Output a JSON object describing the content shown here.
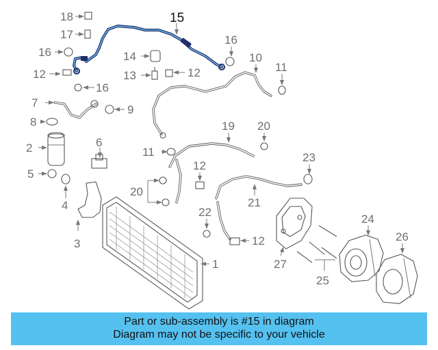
{
  "labels": {
    "n1": "1",
    "n2": "2",
    "n3": "3",
    "n4": "4",
    "n5": "5",
    "n6": "6",
    "n7": "7",
    "n8": "8",
    "n9": "9",
    "n10": "10",
    "n11a": "11",
    "n11b": "11",
    "n12a": "12",
    "n12b": "12",
    "n12c": "12",
    "n12d": "12",
    "n13": "13",
    "n14": "14",
    "n15": "15",
    "n16a": "16",
    "n16b": "16",
    "n16c": "16",
    "n17": "17",
    "n18": "18",
    "n19": "19",
    "n20a": "20",
    "n20b": "20",
    "n21": "21",
    "n22": "22",
    "n23": "23",
    "n24": "24",
    "n25": "25",
    "n26": "26",
    "n27": "27"
  },
  "banner": {
    "line1": "Part or sub-assembly is #15 in diagram",
    "line2": "Diagram may not be specific to your vehicle"
  },
  "colors": {
    "highlight_pipe": "#1f2f6a",
    "banner_bg": "#55c1f0"
  }
}
